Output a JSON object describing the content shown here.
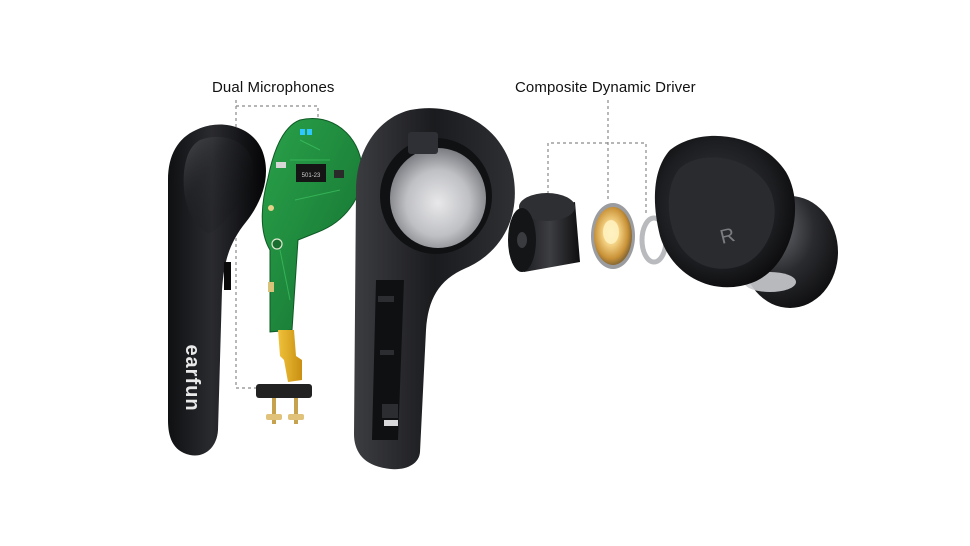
{
  "callouts": {
    "microphones": "Dual Microphones",
    "driver": "Composite Dynamic Driver"
  },
  "brand": {
    "logo_text": "earfun"
  },
  "pcb": {
    "chip_marking": "501-23"
  },
  "ear_tip": {
    "side_marking": "R"
  },
  "colors": {
    "background": "#ffffff",
    "shell": "#1b1c1f",
    "pcb_green": "#1f8a3a",
    "flex_cable": "#e7b21e",
    "driver_gold": "#e9c06a"
  }
}
